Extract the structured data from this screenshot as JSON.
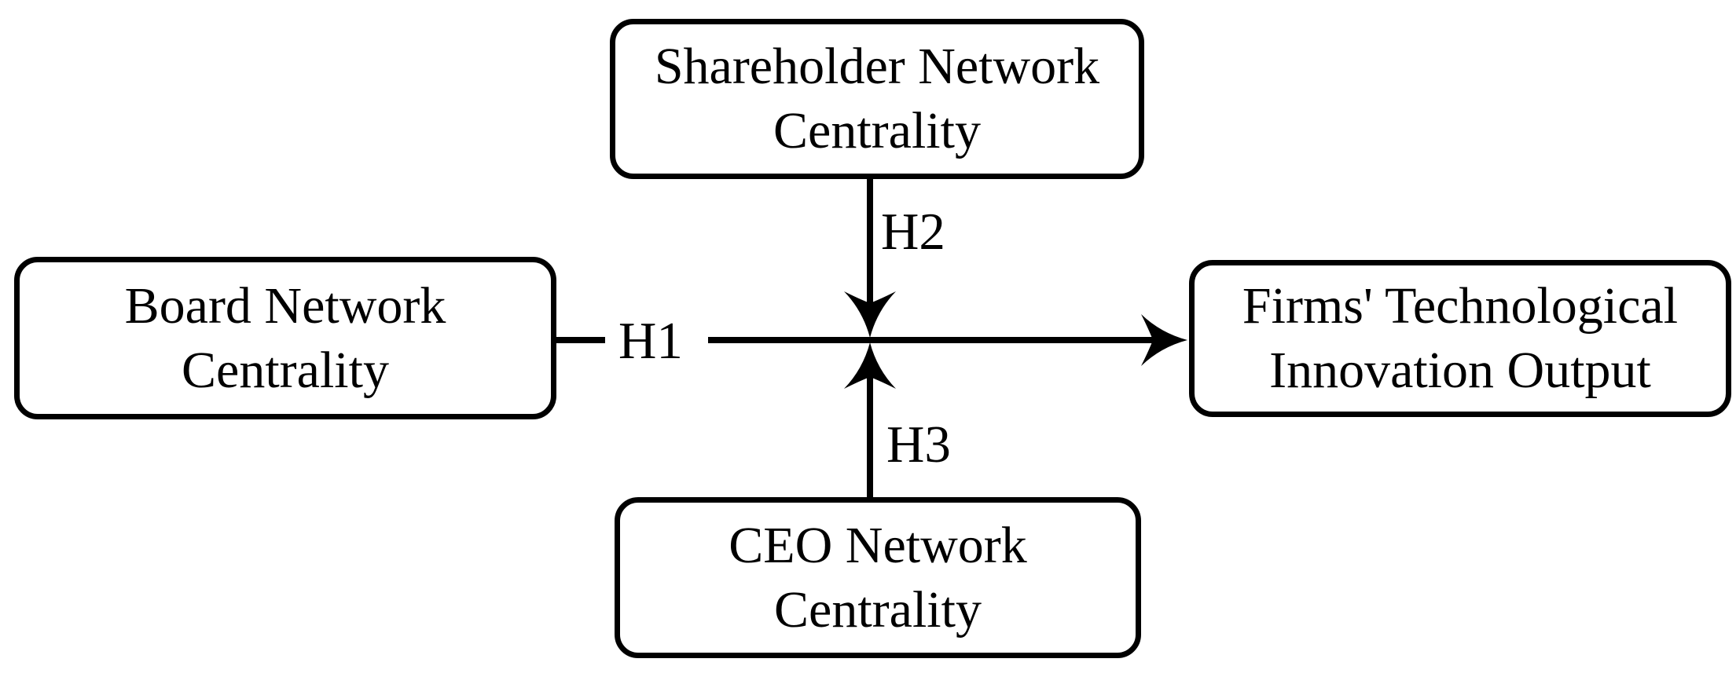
{
  "diagram": {
    "background_color": "#ffffff",
    "line_color": "#000000",
    "box_fill": "#ffffff",
    "nodes": [
      {
        "id": "shareholder-network-centrality",
        "line1": "Shareholder Network",
        "line2": "Centrality"
      },
      {
        "id": "board-network-centrality",
        "line1": "Board Network",
        "line2": "Centrality"
      },
      {
        "id": "ceo-network-centrality",
        "line1": "CEO Network",
        "line2": "Centrality"
      },
      {
        "id": "firms-technological-innovation-output",
        "line1": "Firms' Technological",
        "line2": "Innovation Output"
      }
    ],
    "edges": [
      {
        "id": "h1",
        "label": "H1",
        "from": "board-network-centrality",
        "to": "firms-technological-innovation-output",
        "type": "direct-effect"
      },
      {
        "id": "h2",
        "label": "H2",
        "from": "shareholder-network-centrality",
        "to": "h1",
        "type": "moderation"
      },
      {
        "id": "h3",
        "label": "H3",
        "from": "ceo-network-centrality",
        "to": "h1",
        "type": "moderation"
      }
    ]
  }
}
